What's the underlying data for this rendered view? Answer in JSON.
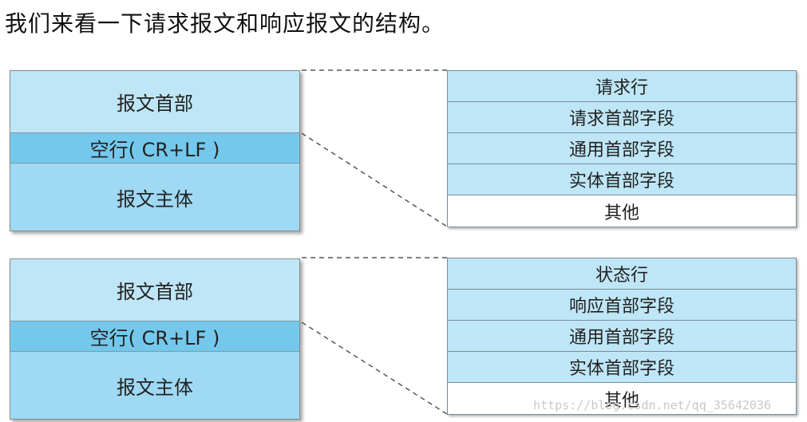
{
  "intro": "我们来看一下请求报文和响应报文的结构。",
  "request_message": {
    "header": "报文首部",
    "blank_line": "空行( CR+LF )",
    "body": "报文主体"
  },
  "request_detail": [
    "请求行",
    "请求首部字段",
    "通用首部字段",
    "实体首部字段",
    "其他"
  ],
  "response_message": {
    "header": "报文首部",
    "blank_line": "空行( CR+LF )",
    "body": "报文主体"
  },
  "response_detail": [
    "状态行",
    "响应首部字段",
    "通用首部字段",
    "实体首部字段",
    "其他"
  ],
  "watermark": "https://blog.csdn.net/qq_35642036",
  "colors": {
    "header_fill": "#bfe6f6",
    "blank_line_fill": "#74c8ec",
    "body_fill": "#9fd9f3",
    "row_fill": "#bfe6f6",
    "other_fill": "#ffffff"
  }
}
